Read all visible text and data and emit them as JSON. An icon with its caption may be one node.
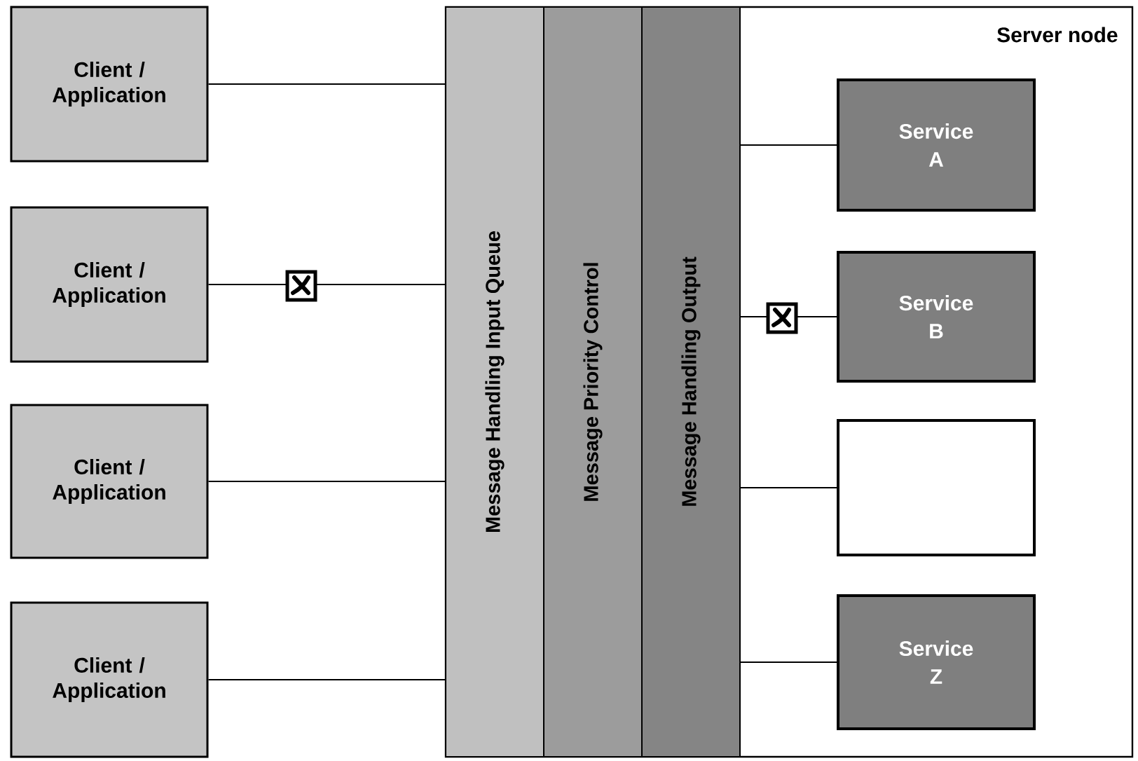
{
  "diagram": {
    "nodes": [
      {
        "text": [
          "Client / Application"
        ]
      },
      {
        "text": [
          "Client / Application"
        ]
      },
      {
        "text": [
          "Client / Application"
        ]
      },
      {
        "text": [
          "Client / Application"
        ]
      },
      {
        "text": [
          "Server node"
        ]
      },
      {
        "text": [
          "Message Handling Input Queue"
        ],
        "in": 4
      },
      {
        "text": [
          "Message Priority Control"
        ],
        "in": 4
      },
      {
        "text": [
          "Message Handling Output"
        ],
        "in": 4
      },
      {
        "text": [
          "Service A"
        ],
        "in": 4
      },
      {
        "text": [
          "Service B"
        ],
        "in": 4
      },
      {
        "text": [],
        "shape": "box",
        "in": 4
      },
      {
        "text": [
          "Service Z"
        ],
        "in": 4
      }
    ],
    "edges": [
      {
        "from": 0,
        "to": 5,
        "arrow": "none"
      },
      {
        "from": 1,
        "to": 5,
        "arrow": "none"
      },
      {
        "from": 2,
        "to": 5,
        "arrow": "none"
      },
      {
        "from": 3,
        "to": 5,
        "arrow": "none"
      },
      {
        "from": 7,
        "to": 8,
        "arrow": "none"
      },
      {
        "from": 7,
        "to": 9,
        "arrow": "none"
      },
      {
        "from": 7,
        "to": 10,
        "arrow": "none"
      },
      {
        "from": 7,
        "to": 11,
        "arrow": "none"
      }
    ]
  }
}
